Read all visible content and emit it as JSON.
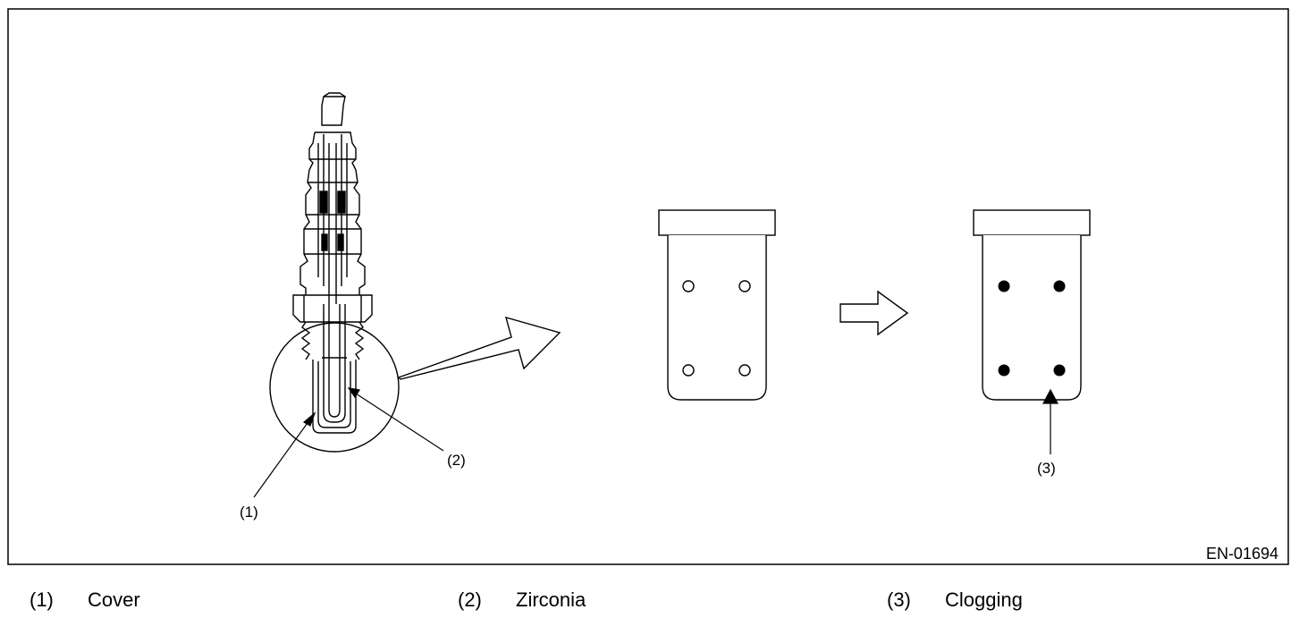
{
  "figure": {
    "code": "EN-01694",
    "callouts": [
      "(1)",
      "(2)",
      "(3)"
    ]
  },
  "legend": [
    {
      "num": "(1)",
      "label": "Cover"
    },
    {
      "num": "(2)",
      "label": "Zirconia"
    },
    {
      "num": "(3)",
      "label": "Clogging"
    }
  ]
}
